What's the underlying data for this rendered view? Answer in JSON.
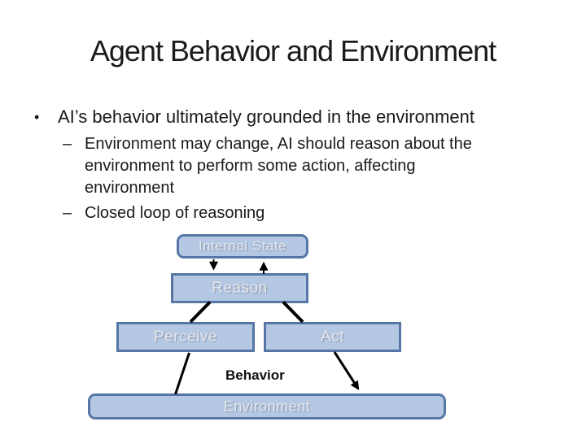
{
  "slide": {
    "title": "Agent Behavior and Environment",
    "bullet_marker": "•",
    "sub_marker": "–",
    "bullets": [
      {
        "text": "AI’s behavior ultimately grounded in the environment",
        "sub": [
          "Environment may change, AI should reason about the environment to perform some action, affecting environment",
          "Closed loop of reasoning"
        ]
      }
    ]
  },
  "diagram": {
    "nodes": [
      {
        "id": "internal-state",
        "label": "Internal State",
        "shape": "rounded-rectangle"
      },
      {
        "id": "reason",
        "label": "Reason",
        "shape": "rectangle"
      },
      {
        "id": "perceive",
        "label": "Perceive",
        "shape": "rectangle"
      },
      {
        "id": "act",
        "label": "Act",
        "shape": "rectangle"
      },
      {
        "id": "environment",
        "label": "Environment",
        "shape": "rounded-rectangle"
      }
    ],
    "floating_label": "Behavior",
    "connections": [
      {
        "from": "internal-state",
        "to": "reason",
        "arrowhead": true
      },
      {
        "from": "reason",
        "to": "internal-state",
        "arrowhead": true
      },
      {
        "from": "reason",
        "to": "perceive",
        "arrowhead": false
      },
      {
        "from": "reason",
        "to": "act",
        "arrowhead": false
      },
      {
        "from": "perceive",
        "to": "environment",
        "arrowhead": false
      },
      {
        "from": "act",
        "to": "environment",
        "arrowhead": true
      }
    ],
    "colors": {
      "node_fill": "#b4c7e3",
      "node_border": "#5677a6",
      "node_text": "#e8e8e8",
      "connector": "#000000"
    }
  }
}
